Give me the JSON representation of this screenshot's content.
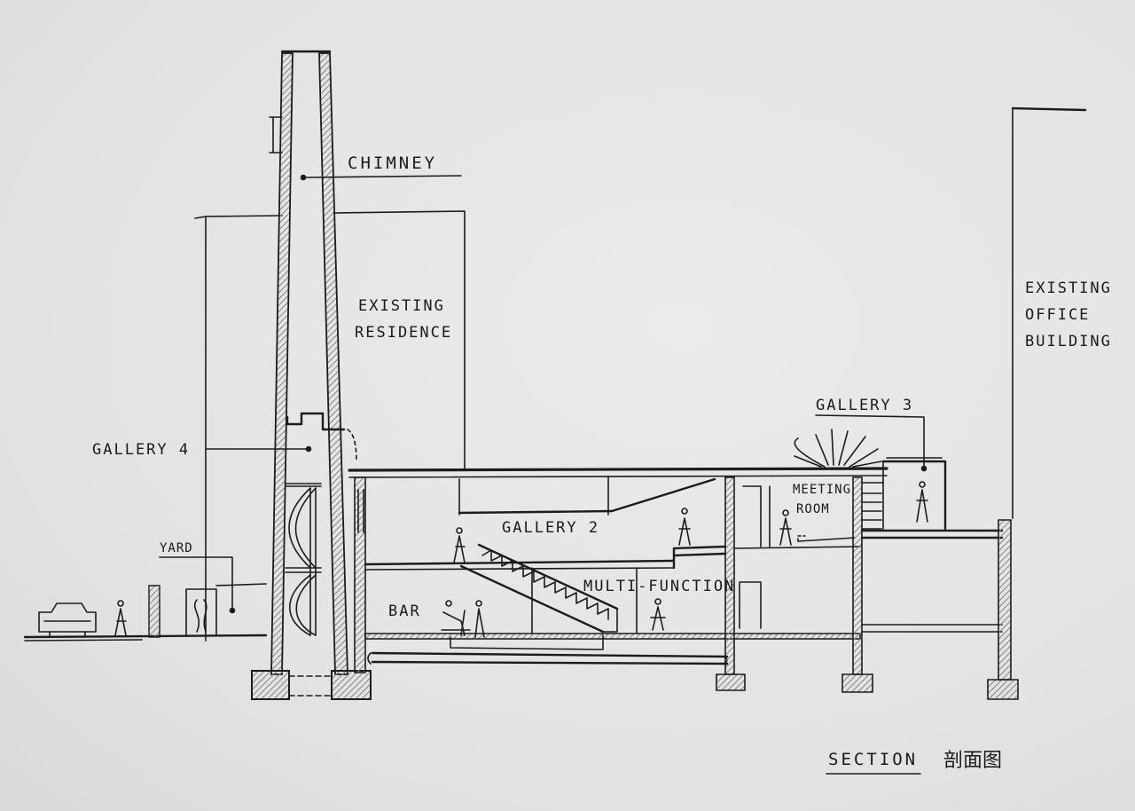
{
  "labels": {
    "chimney": "CHIMNEY",
    "existing_residence_1": "EXISTING",
    "existing_residence_2": "RESIDENCE",
    "existing_office_1": "EXISTING",
    "existing_office_2": "OFFICE",
    "existing_office_3": "BUILDING",
    "gallery_4": "GALLERY 4",
    "gallery_3": "GALLERY 3",
    "gallery_2": "GALLERY 2",
    "meeting_1": "MEETING",
    "meeting_2": "ROOM",
    "multi_function": "MULTI-FUNCTION",
    "bar": "BAR",
    "yard": "YARD"
  },
  "caption": {
    "title": "SECTION",
    "chinese": "剖面图"
  },
  "colors": {
    "paper": "#e4e4e4",
    "ink": "#1c1c1c",
    "hatch": "#8a8a8a"
  }
}
